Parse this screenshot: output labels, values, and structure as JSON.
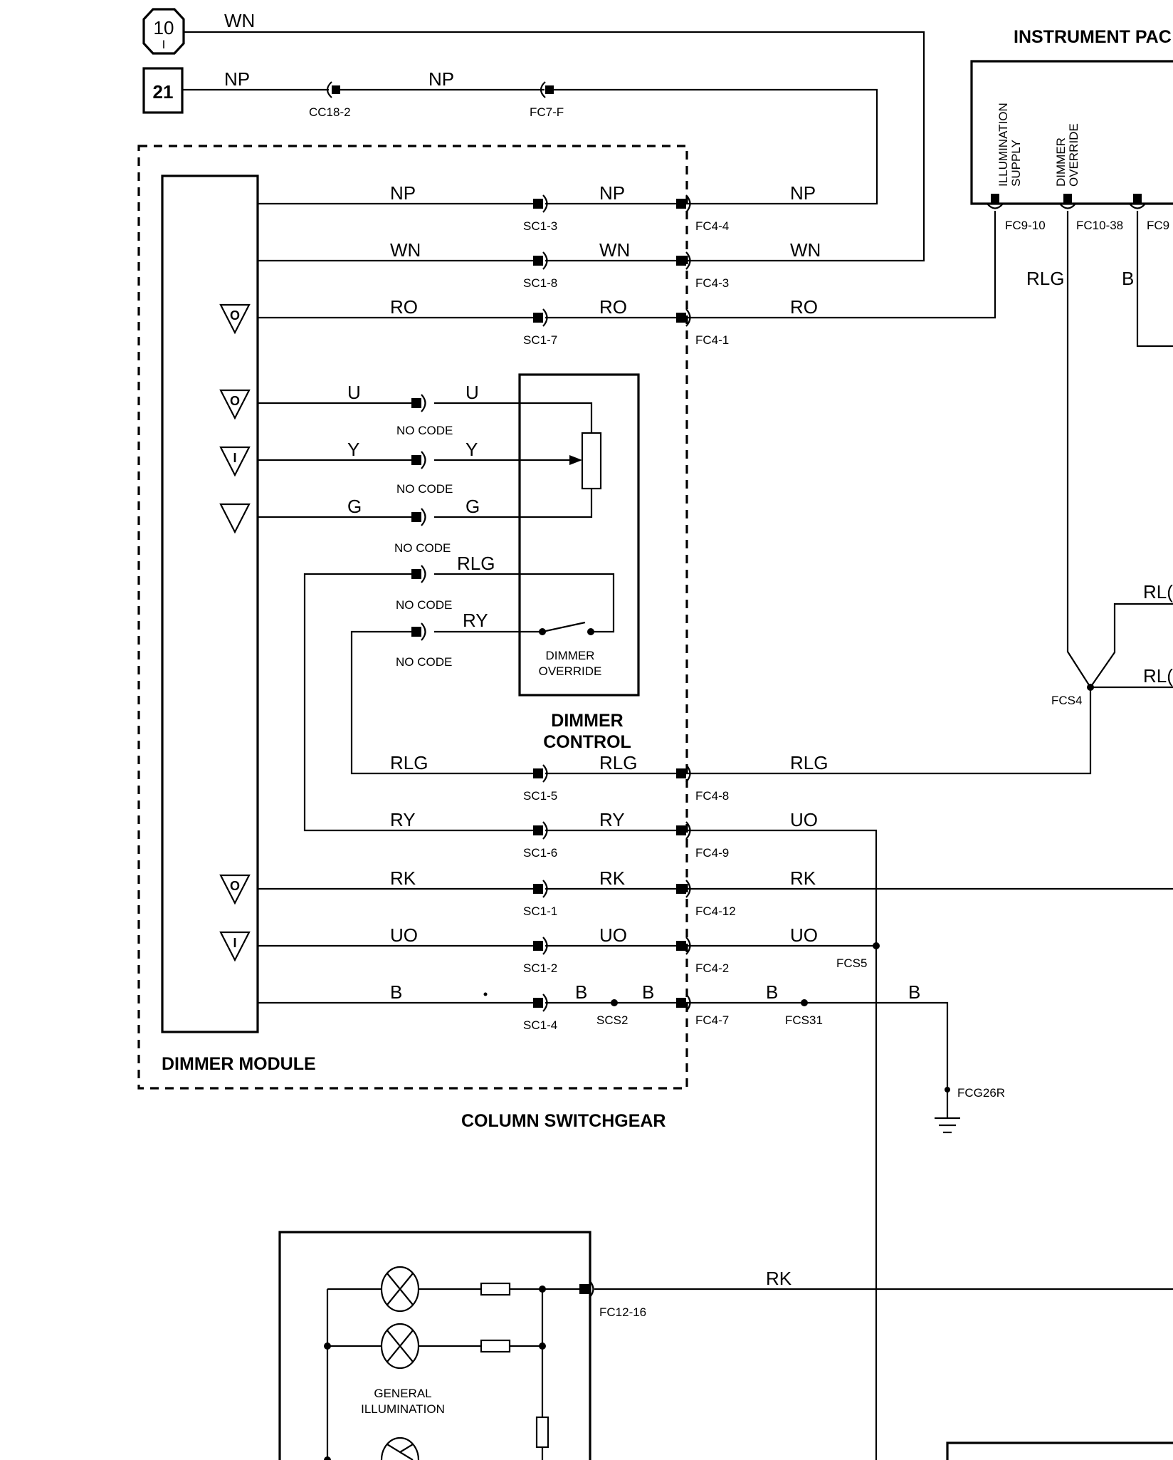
{
  "titles": {
    "instrument_pack": "INSTRUMENT PAC",
    "column_switchgear": "COLUMN SWITCHGEAR",
    "dimmer_module": "DIMMER MODULE",
    "dimmer_control_line1": "DIMMER",
    "dimmer_control_line2": "CONTROL"
  },
  "refs": {
    "ref10_num": "10",
    "ref10_sub": "I",
    "ref21": "21"
  },
  "instrument_pins": {
    "illum_line1": "ILLUMINATION",
    "illum_line2": "SUPPLY",
    "dim_line1": "DIMMER",
    "dim_line2": "OVERRIDE"
  },
  "switch_labels": {
    "line1": "DIMMER",
    "line2": "OVERRIDE"
  },
  "general_illumination": {
    "line1": "GENERAL",
    "line2": "ILLUMINATION"
  },
  "wires": {
    "wn": "WN",
    "np": "NP",
    "ro": "RO",
    "u": "U",
    "y": "Y",
    "g": "G",
    "rlg": "RLG",
    "ry": "RY",
    "rk": "RK",
    "uo": "UO",
    "b": "B",
    "rl_cut": "RL("
  },
  "connectors": {
    "cc18_2": "CC18-2",
    "fc7_f": "FC7-F",
    "sc1_3": "SC1-3",
    "sc1_8": "SC1-8",
    "sc1_7": "SC1-7",
    "sc1_5": "SC1-5",
    "sc1_6": "SC1-6",
    "sc1_1": "SC1-1",
    "sc1_2": "SC1-2",
    "sc1_4": "SC1-4",
    "fc4_4": "FC4-4",
    "fc4_3": "FC4-3",
    "fc4_1": "FC4-1",
    "fc4_8": "FC4-8",
    "fc4_9": "FC4-9",
    "fc4_12": "FC4-12",
    "fc4_2": "FC4-2",
    "fc4_7": "FC4-7",
    "fc9_10": "FC9-10",
    "fc10_38": "FC10-38",
    "fc9_cut": "FC9",
    "no_code": "NO CODE",
    "fcs4": "FCS4",
    "fcs5": "FCS5",
    "fcs31": "FCS31",
    "scs2": "SCS2",
    "fcg26r": "FCG26R",
    "fc12_16": "FC12-16"
  },
  "colors": {
    "ink": "#000000",
    "paper": "#ffffff"
  }
}
